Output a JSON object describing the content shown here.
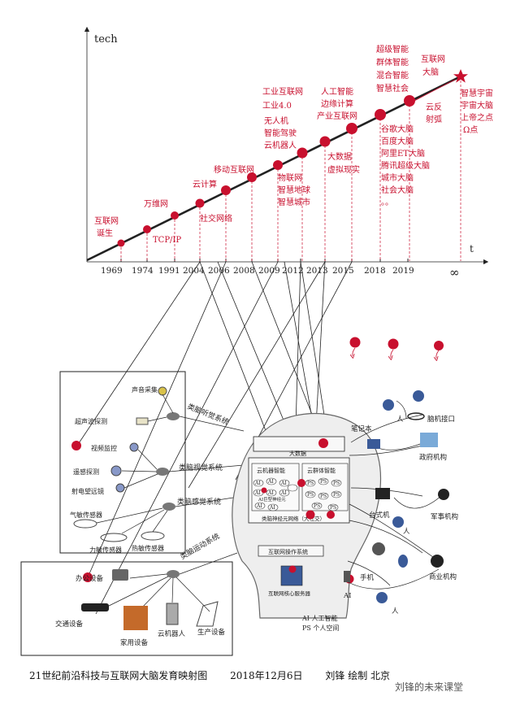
{
  "axes": {
    "y_label": "tech",
    "x_label": "t"
  },
  "years": [
    "1969",
    "1974",
    "1991",
    "2004",
    "2006",
    "2008",
    "2009",
    "2012",
    "2013",
    "2015",
    "2018",
    "2019",
    "∞"
  ],
  "timeline_labels": {
    "internet_birth": [
      "互联网",
      "诞生"
    ],
    "www": "万维网",
    "tcpip": "TCP/IP",
    "cloud": "云计算",
    "social": "社交网络",
    "mobile": "移动互联网",
    "industry": [
      "工业互联网",
      "工业4.0"
    ],
    "unmanned": [
      "无人机",
      "智能驾驶",
      "云机器人"
    ],
    "iot": [
      "物联网",
      "智慧地球",
      "智慧城市"
    ],
    "ai": [
      "人工智能",
      "边缘计算",
      "产业互联网"
    ],
    "bigdata": [
      "大数据",
      "虚拟现实"
    ],
    "brains": [
      "谷歌大脑",
      "百度大脑",
      "阿里ET大脑",
      "腾讯超级大脑",
      "城市大脑",
      "社会大脑",
      "。。"
    ],
    "super": [
      "超级智能",
      "群体智能",
      "混合智能",
      "智慧社会"
    ],
    "inet_brain": [
      "互联网",
      "大脑"
    ],
    "reflex": [
      "云反",
      "射弧"
    ],
    "omega": [
      "智慧宇宙",
      "宇宙大脑",
      "上帝之点",
      "Ω点"
    ]
  },
  "left_top_box": {
    "sensors": [
      "声音采集",
      "超声波探测",
      "视频监控",
      "遥感探测",
      "射电望远镜",
      "气敏传感器",
      "力敏传感器",
      "热敏传感器"
    ],
    "systems": [
      "类脑听觉系统",
      "类脑视觉系统",
      "类脑感觉系统"
    ]
  },
  "left_bottom_box": {
    "system": "类脑运动系统",
    "devices": [
      "办公设备",
      "交通设备",
      "家用设备",
      "云机器人",
      "生产设备"
    ]
  },
  "brain": {
    "bigdata": "大数据",
    "cloud_ai": "云机器智能",
    "swarm": "云群体智能",
    "nerve_net": "类脑神经元网络（大社交）",
    "os": "互联网操作系统",
    "core": "互联网核心服务器",
    "node_ai": "AI",
    "node_ps": "PS",
    "mega_ai": "AI巨型神经元"
  },
  "right_side": [
    "笔记本",
    "人",
    "脑机接口",
    "政府机构",
    "台式机",
    "军事机构",
    "人",
    "商业机构",
    "手机",
    "人",
    "AI"
  ],
  "legend": [
    "AI 人工智能",
    "PS 个人空间"
  ],
  "footer": {
    "title": "21世纪前沿科技与互联网大脑发育映射图",
    "date": "2018年12月6日",
    "author": "刘锋 绘制 北京"
  },
  "watermark": "刘锋的未来课堂",
  "colors": {
    "accent": "#c8102e",
    "line": "#222222"
  }
}
